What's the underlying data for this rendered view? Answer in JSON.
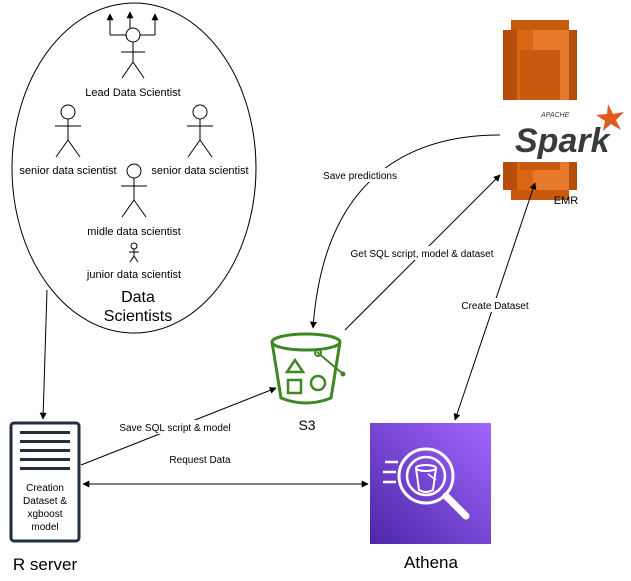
{
  "nodes": {
    "lead": "Lead Data Scientist",
    "senior_left": "senior data scientist",
    "senior_right": "senior data scientist",
    "midle": "midle data scientist",
    "junior": "junior data scientist",
    "group_line1": "Data",
    "group_line2": "Scientists",
    "emr": "EMR",
    "s3": "S3",
    "r_server": "R server",
    "athena": "Athena",
    "r_box_line1": "Creation",
    "r_box_line2": "Dataset &",
    "r_box_line3": "xgboost",
    "r_box_line4": "model",
    "spark_small": "APACHE",
    "spark_big": "Spark"
  },
  "edges": {
    "save_predictions": "Save predictions",
    "get_sql": "Get SQL script, model & dataset",
    "create_dataset": "Create Dataset",
    "save_sql": "Save SQL script & model",
    "request_data": "Request Data"
  },
  "colors": {
    "emr_orange": "#d86613",
    "spark_dark": "#3a3a3a",
    "s3_green": "#3f8624",
    "athena_purple": "#7b3ad6",
    "server_navy": "#232f3e"
  }
}
